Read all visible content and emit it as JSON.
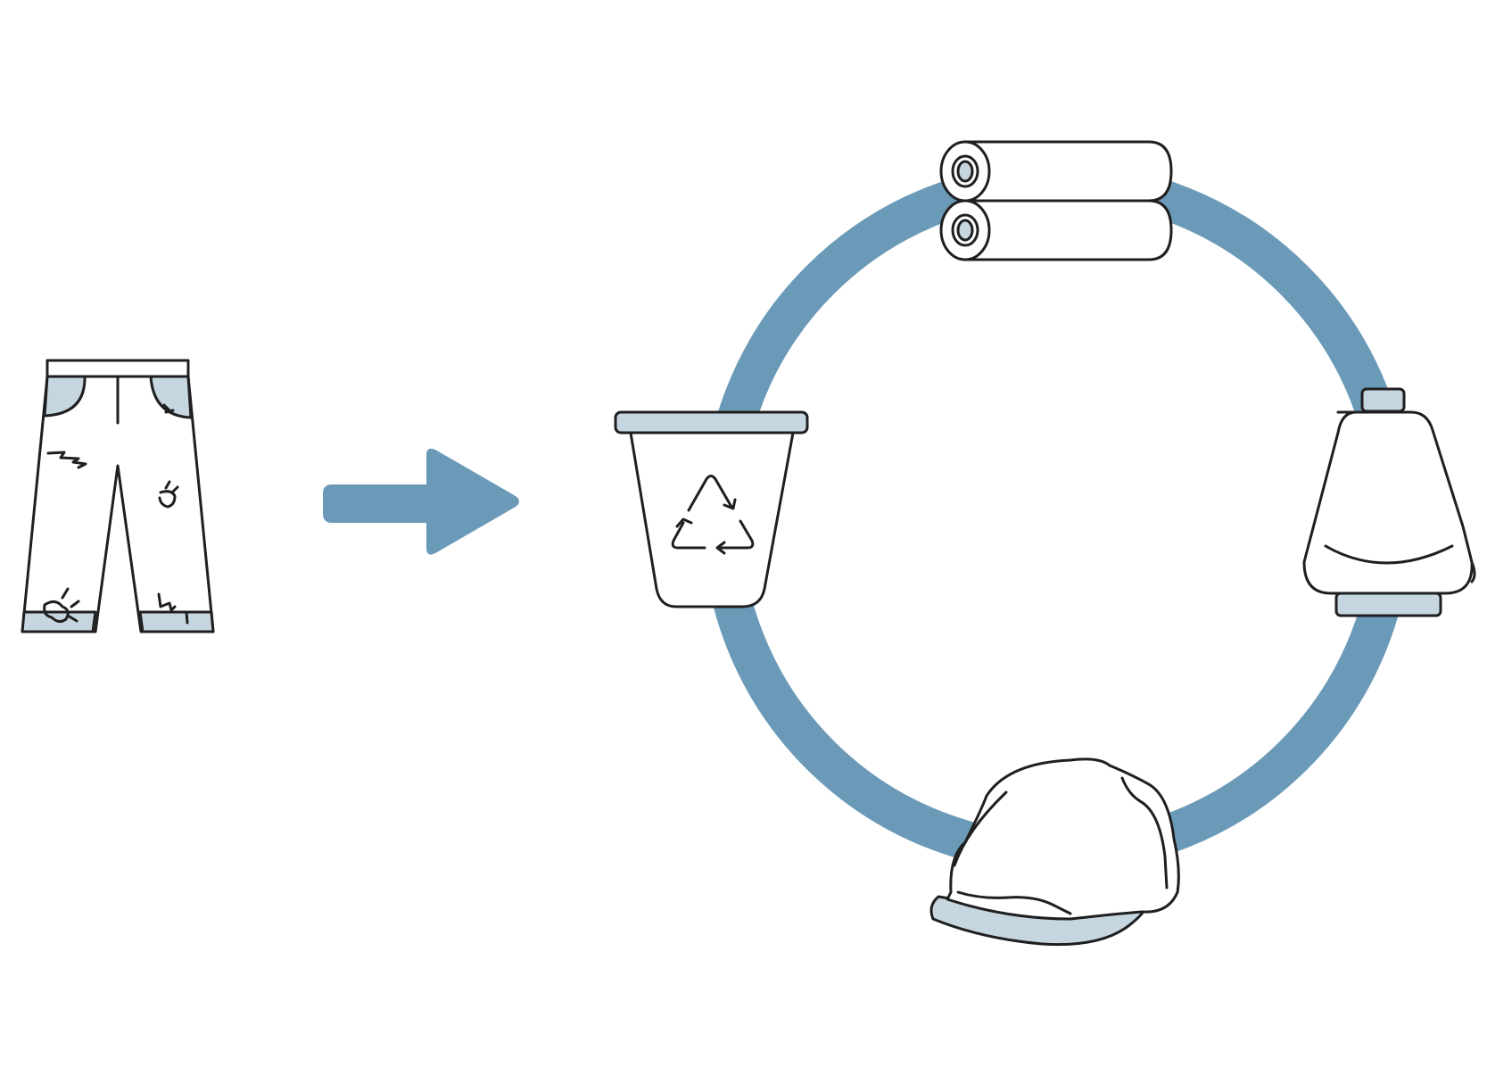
{
  "diagram": {
    "description_items": [
      {
        "id": "worn-jeans",
        "icon": "worn-jeans-icon"
      },
      {
        "id": "flow-arrow",
        "icon": "right-arrow-icon"
      },
      {
        "id": "recycling-bin",
        "icon": "recycling-bin-icon"
      },
      {
        "id": "fabric-rolls",
        "icon": "fabric-rolls-icon"
      },
      {
        "id": "yarn-cone",
        "icon": "yarn-cone-icon"
      },
      {
        "id": "flat-cap",
        "icon": "flat-cap-icon"
      }
    ],
    "colors": {
      "ring": "#6b9ab8",
      "arrow": "#6b9ab8",
      "light_fill": "#c6d6e0",
      "stroke": "#1f1f1f",
      "background": "#ffffff"
    }
  }
}
